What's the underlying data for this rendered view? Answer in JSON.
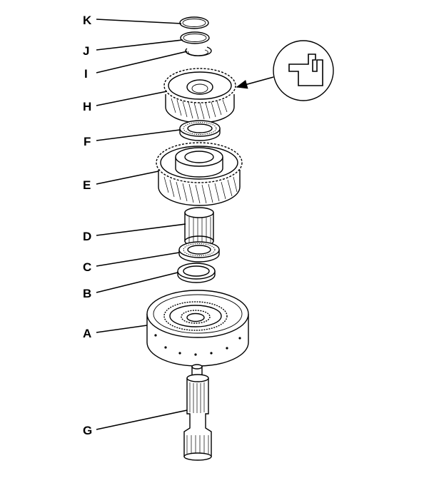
{
  "labels": {
    "K": "K",
    "J": "J",
    "I": "I",
    "H": "H",
    "F": "F",
    "E": "E",
    "D": "D",
    "C": "C",
    "B": "B",
    "A": "A",
    "G": "G"
  },
  "colors": {
    "ink": "#000000",
    "paper": "#ffffff"
  },
  "icons": [
    "groove-profile-callout-icon"
  ]
}
